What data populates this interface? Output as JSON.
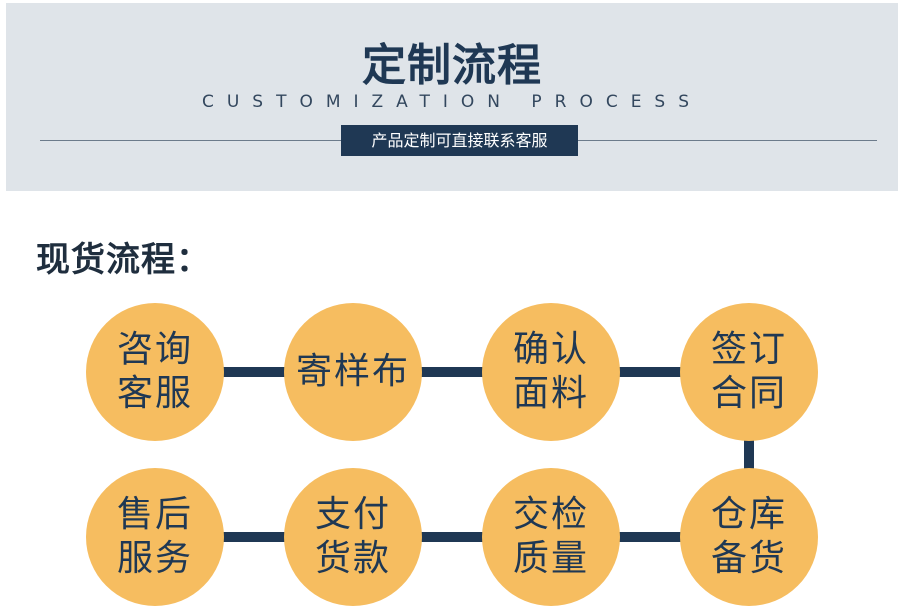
{
  "header": {
    "title": "定制流程",
    "subtitle": "CUSTOMIZATION PROCESS",
    "banner": "产品定制可直接联系客服"
  },
  "section": {
    "title": "现货流程："
  },
  "colors": {
    "circle": "#f6bd60",
    "accent": "#1f3854",
    "header_bg": "#dfe4e9"
  },
  "steps": [
    {
      "line1": "咨询",
      "line2": "客服"
    },
    {
      "line1": "寄样布",
      "line2": ""
    },
    {
      "line1": "确认",
      "line2": "面料"
    },
    {
      "line1": "签订",
      "line2": "合同"
    },
    {
      "line1": "仓库",
      "line2": "备货"
    },
    {
      "line1": "交检",
      "line2": "质量"
    },
    {
      "line1": "支付",
      "line2": "货款"
    },
    {
      "line1": "售后",
      "line2": "服务"
    }
  ]
}
